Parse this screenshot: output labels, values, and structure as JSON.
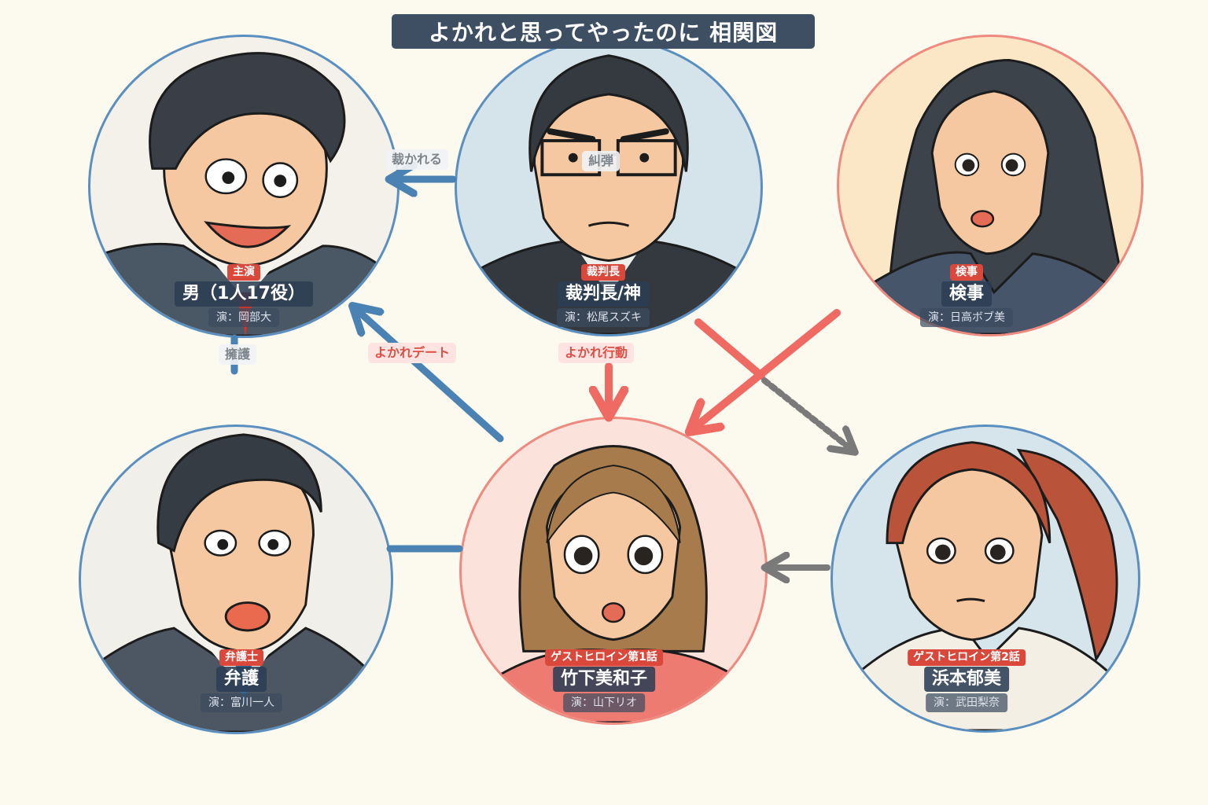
{
  "title": "よかれと思ってやったのに 相関図",
  "colors": {
    "background": "#fcf9ee",
    "title_bg": "#3e4f63",
    "role_badge": "#d9483b",
    "arrow_blue": "#4a82b4",
    "arrow_red": "#f06a64",
    "arrow_gray": "#7a7a7a",
    "node_border_blue": "#5b8fbf",
    "node_border_red": "#ee8a80"
  },
  "characters": [
    {
      "id": "man",
      "role": "主演",
      "name": "男（1人17役）",
      "actor": "演：岡部大",
      "position": "top-left",
      "border": "blue",
      "bg": "#f4f1ea"
    },
    {
      "id": "judge",
      "role": "裁判長",
      "name": "裁判長/神",
      "actor": "演：松尾スズキ",
      "position": "top-center",
      "border": "blue",
      "bg": "#d5e3ea"
    },
    {
      "id": "prosecutor",
      "role": "検事",
      "name": "検事",
      "actor": "演：日高ボブ美",
      "position": "top-right",
      "border": "red",
      "bg": "#fbe6c6"
    },
    {
      "id": "lawyer",
      "role": "弁護士",
      "name": "弁護",
      "actor": "演：富川一人",
      "position": "bottom-left",
      "border": "blue",
      "bg": "#f1efe9"
    },
    {
      "id": "heroine1",
      "role": "ゲストヒロイン第1話",
      "name": "竹下美和子",
      "actor": "演：山下リオ",
      "position": "bottom-center",
      "border": "red",
      "bg": "#fbe2da"
    },
    {
      "id": "heroine2",
      "role": "ゲストヒロイン第2話",
      "name": "浜本郁美",
      "actor": "演：武田梨奈",
      "position": "bottom-right",
      "border": "blue",
      "bg": "#d6e5ec"
    }
  ],
  "relations": [
    {
      "from": "judge",
      "to": "man",
      "label": "裁かれる",
      "style": "blue-arrow"
    },
    {
      "from": "judge",
      "to": "judge",
      "label": "糾弾",
      "style": "gray-label"
    },
    {
      "from": "lawyer",
      "to": "man",
      "label": "擁護",
      "style": "blue-line"
    },
    {
      "from": "heroine1",
      "to": "man",
      "label": "よかれデート",
      "style": "blue-arrow"
    },
    {
      "from": "judge",
      "to": "heroine1",
      "label": "よかれ行動",
      "style": "red-arrow"
    },
    {
      "from": "prosecutor",
      "to": "heroine1",
      "label": "",
      "style": "red-arrow"
    },
    {
      "from": "judge",
      "to": "heroine2",
      "label": "",
      "style": "gray-dashed-arrow"
    },
    {
      "from": "heroine2",
      "to": "heroine1",
      "label": "",
      "style": "gray-arrow"
    },
    {
      "from": "lawyer",
      "to": "heroine1",
      "label": "",
      "style": "blue-line"
    }
  ]
}
